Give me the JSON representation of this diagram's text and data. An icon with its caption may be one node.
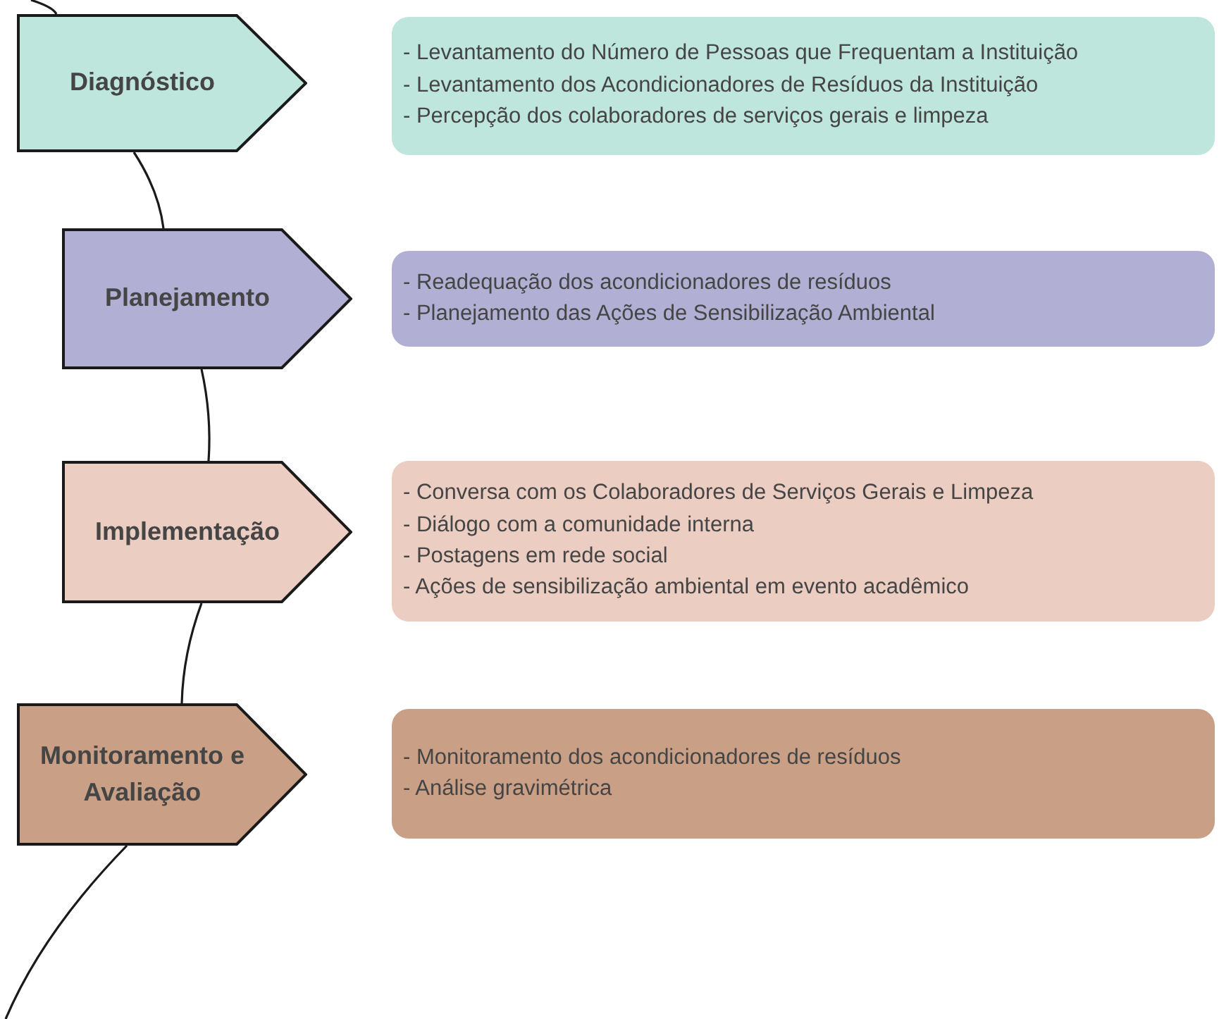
{
  "diagram": {
    "nodes": [
      {
        "text": [
          "Diagnóstico"
        ]
      },
      {
        "text": [
          "- Levantamento do Número de Pessoas que Frequentam a Instituição",
          "- Levantamento dos Acondicionadores de Resíduos da Instituição",
          "- Percepção dos colaboradores de serviços gerais e limpeza"
        ]
      },
      {
        "text": [
          "Planejamento"
        ]
      },
      {
        "text": [
          "- Readequação dos acondicionadores de resíduos",
          "- Planejamento das Ações de Sensibilização Ambiental"
        ]
      },
      {
        "text": [
          "Implementação"
        ]
      },
      {
        "text": [
          "- Conversa com os Colaboradores de Serviços Gerais e Limpeza",
          "- Diálogo com a comunidade interna",
          "- Postagens em rede social",
          "- Ações de sensibilização ambiental em evento acadêmico"
        ]
      },
      {
        "text": [
          "Monitoramento e Avaliação"
        ]
      },
      {
        "text": [
          "- Monitoramento dos acondicionadores de resíduos",
          "- Análise gravimétrica"
        ]
      }
    ],
    "edges": [
      {
        "from": null,
        "to": 0,
        "arrow": "none"
      },
      {
        "from": 0,
        "to": 2,
        "arrow": "none"
      },
      {
        "from": 2,
        "to": 4,
        "arrow": "none"
      },
      {
        "from": 4,
        "to": 6,
        "arrow": "none"
      },
      {
        "from": 6,
        "to": null,
        "arrow": "none"
      }
    ]
  }
}
